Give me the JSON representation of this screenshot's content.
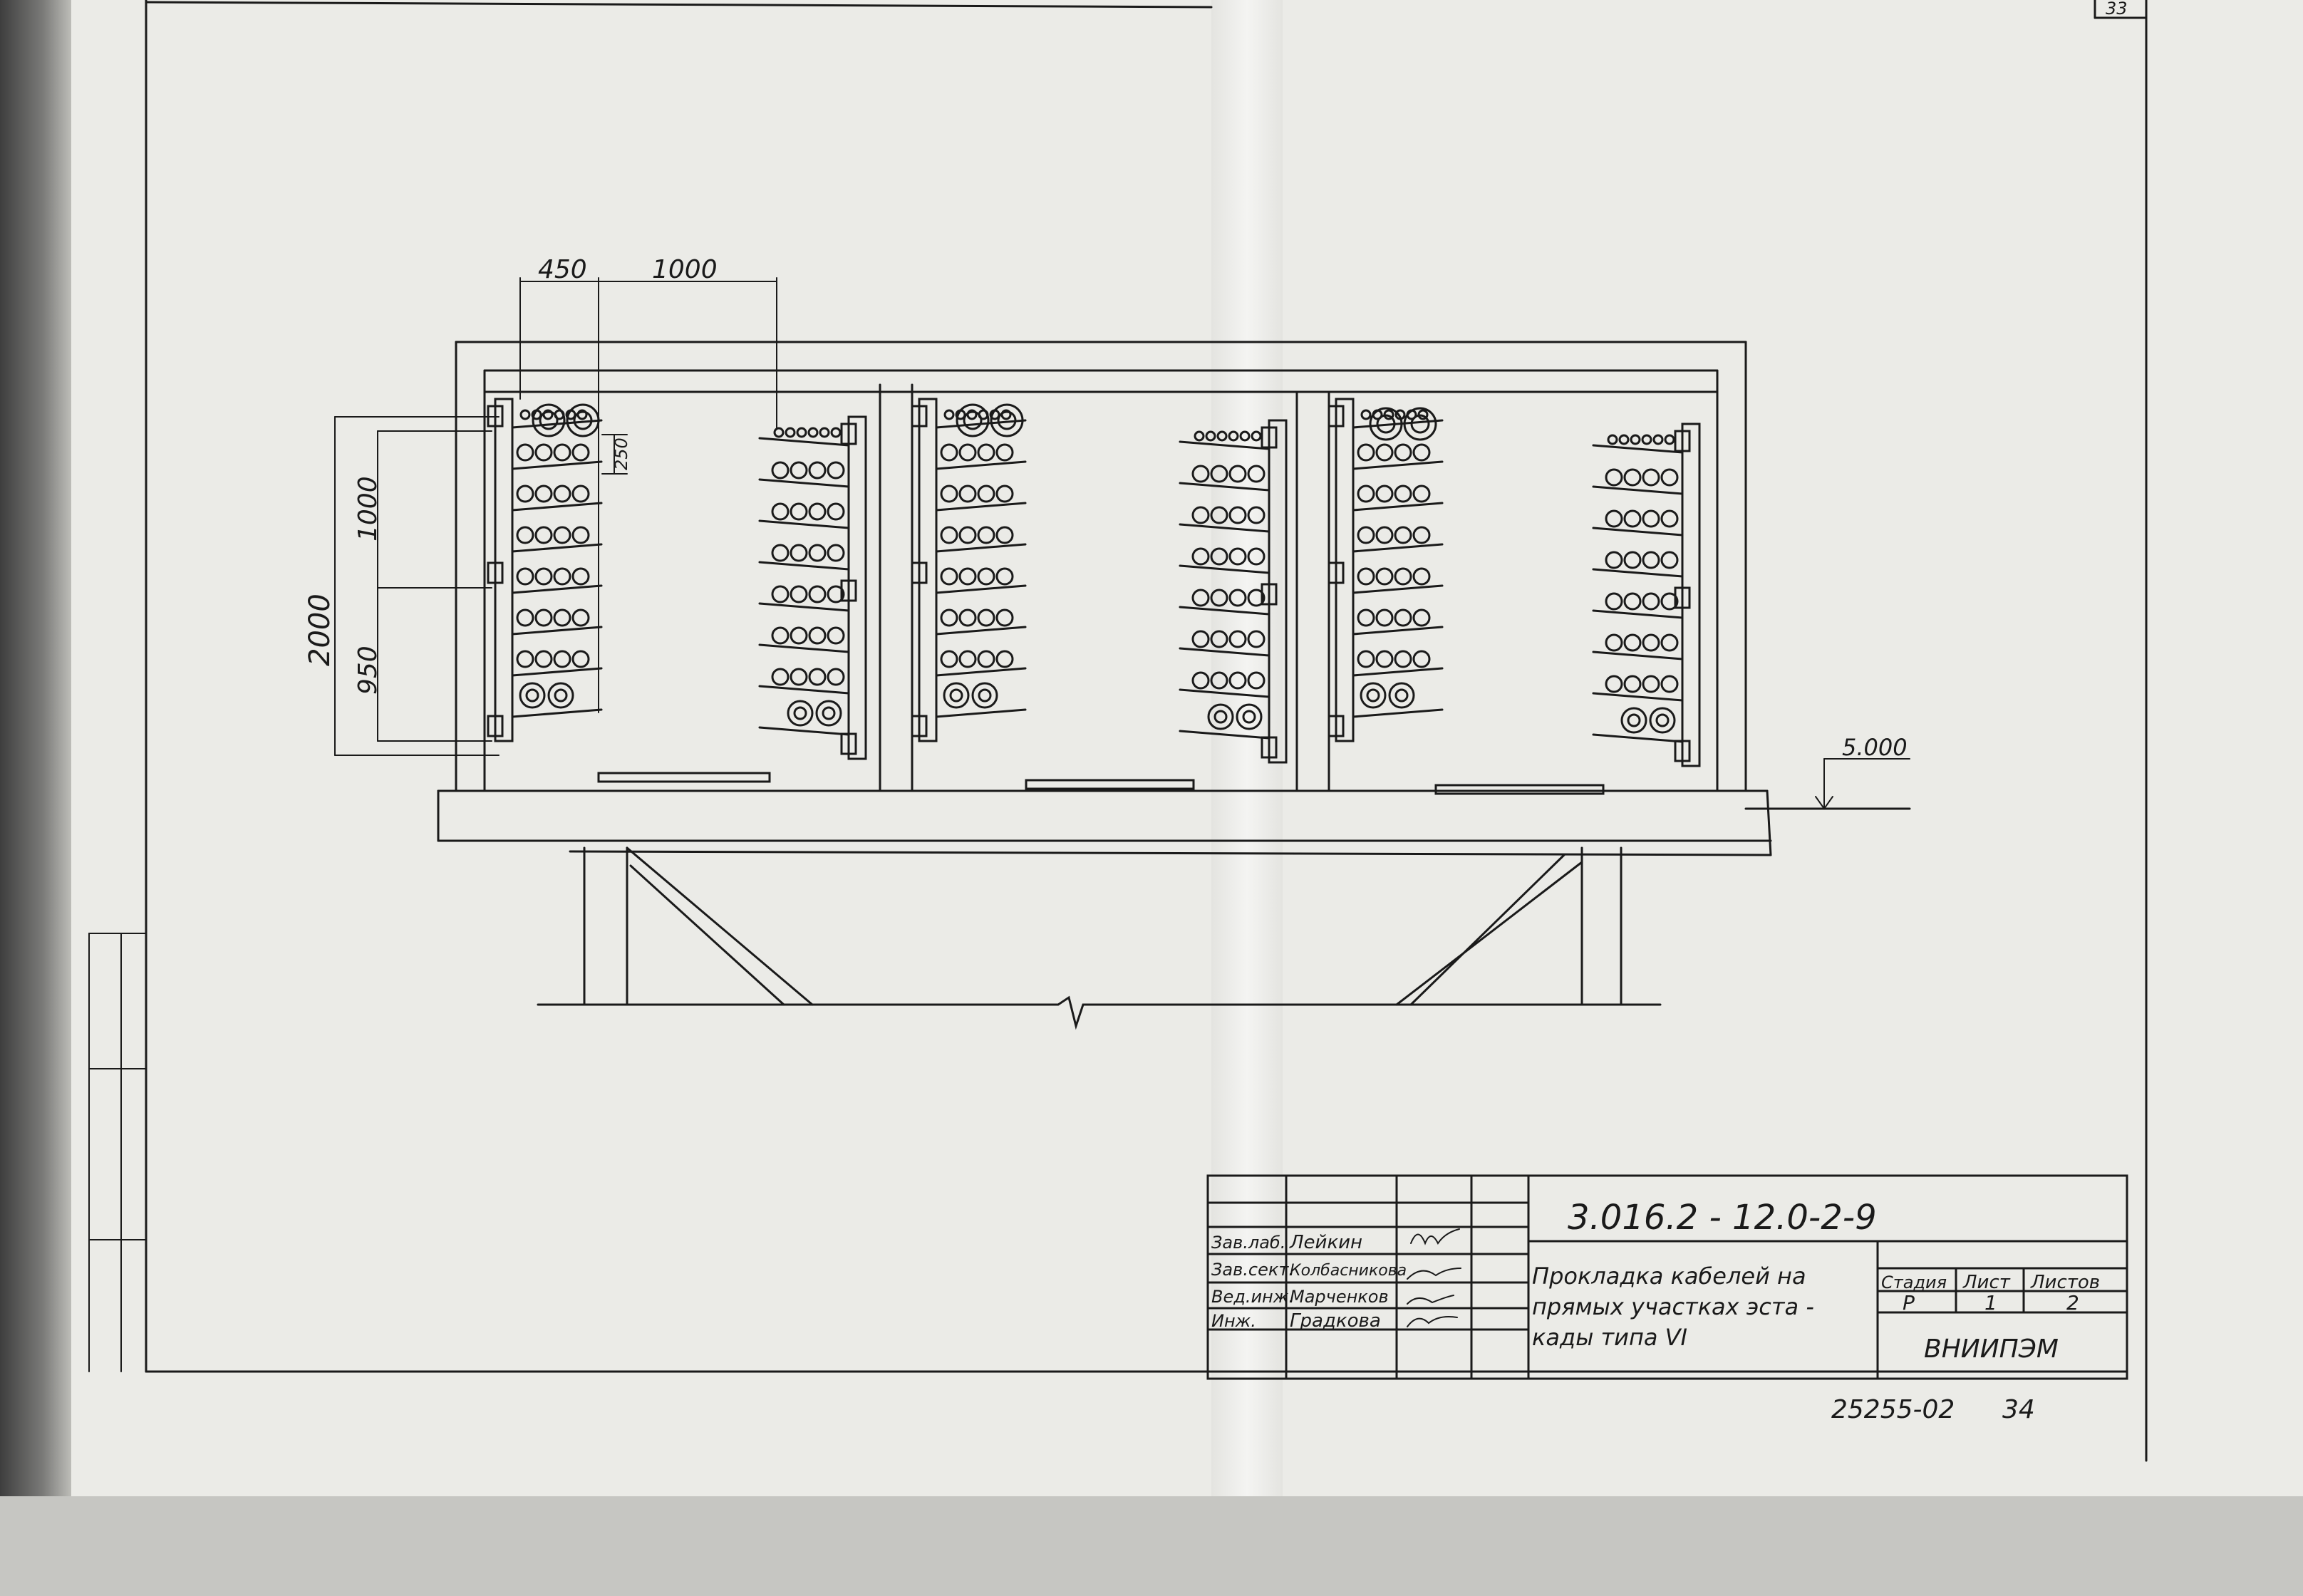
{
  "drawing": {
    "dimensions": {
      "shelf_width": "450",
      "bay_spacing": "1000",
      "shelf_pitch": "250",
      "height_upper": "1000",
      "height_lower": "950",
      "height_total": "2000",
      "elevation_mark": "5.000"
    },
    "sheet_number_top": "33"
  },
  "title_block": {
    "doc_code": "3.016.2 - 12.0-2-9",
    "title_lines": [
      "Прокладка кабелей на",
      "прямых участках эста -",
      "кады типа VI"
    ],
    "people": [
      {
        "role": "Зав.лаб.",
        "name": "Лейкин"
      },
      {
        "role": "Зав.сект.",
        "name": "Колбасникова"
      },
      {
        "role": "Вед.инж.",
        "name": "Марченков"
      },
      {
        "role": "Инж.",
        "name": "Градкова"
      }
    ],
    "stage_label": "Стадия",
    "sheet_label": "Лист",
    "sheets_label": "Листов",
    "stage_value": "Р",
    "sheet_value": "1",
    "sheets_value": "2",
    "organization": "ВНИИПЭМ",
    "archive_number": "25255-02",
    "archive_page": "34"
  },
  "colors": {
    "paper": "#ecece8",
    "ink": "#1a1a1a",
    "spine": "#4a4a4a"
  }
}
